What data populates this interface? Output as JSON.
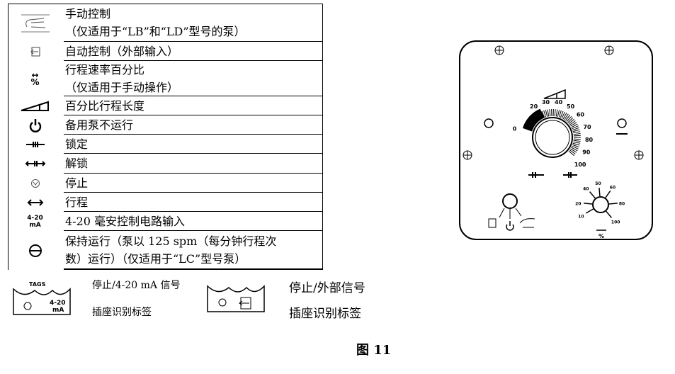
{
  "table": {
    "rows": [
      {
        "icon": "manual-hand-icon",
        "lines": [
          "手动控制",
          "（仅适用于“LB”和“LD”型号的泵）"
        ]
      },
      {
        "icon": "external-input-icon",
        "lines": [
          "自动控制（外部输入）"
        ]
      },
      {
        "icon": "stroke-rate-percent-icon",
        "icon_text": "↔%",
        "lines": [
          "行程速率百分比",
          "（仅适用于手动操作）"
        ]
      },
      {
        "icon": "stroke-length-wedge-icon",
        "lines": [
          "百分比行程长度"
        ]
      },
      {
        "icon": "power-icon",
        "lines": [
          "备用泵不运行"
        ]
      },
      {
        "icon": "lock-icon",
        "lines": [
          "锁定"
        ]
      },
      {
        "icon": "unlock-icon",
        "lines": [
          "解锁"
        ]
      },
      {
        "icon": "stop-icon",
        "lines": [
          "停止"
        ]
      },
      {
        "icon": "stroke-icon",
        "lines": [
          "行程"
        ]
      },
      {
        "icon": "4-20ma-icon",
        "icon_text": "4-20 mA",
        "lines": [
          "4-20 毫安控制电路输入"
        ]
      },
      {
        "icon": "hold-run-icon",
        "lines": [
          "保持运行（泵以 125 spm（每分钟行程次",
          "数）运行）（仅适用于“LC”型号泵）"
        ]
      }
    ]
  },
  "tags": [
    {
      "tag_text": "TAGS",
      "icon_text": "4-20 mA",
      "line1": "停止/4-20 mA 信号",
      "line2": "插座识别标签"
    },
    {
      "line1": "停止/外部信号",
      "line2": "插座识别标签"
    }
  ],
  "panel": {
    "length_dial": [
      "0",
      "20",
      "30",
      "40",
      "50",
      "60",
      "70",
      "80",
      "90",
      "100"
    ],
    "rate_dial": [
      "10",
      "20",
      "40",
      "50",
      "60",
      "80",
      "100"
    ],
    "rate_symbol": "%"
  },
  "figure_label": "图 11"
}
